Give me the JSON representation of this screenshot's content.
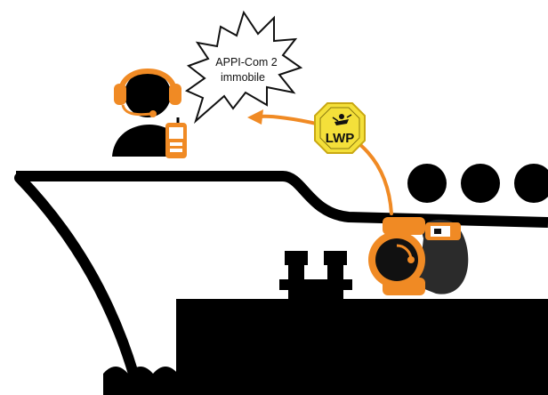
{
  "speech_bubble": {
    "line1": "APPI-Com 2",
    "line2": "immobile"
  },
  "lwp_badge": {
    "label": "LWP",
    "fill_color": "#f4e03a"
  },
  "colors": {
    "accent_orange": "#f08a24",
    "silhouette": "#000000",
    "background": "#ffffff"
  },
  "icons": [
    "operator-headset-icon",
    "radio-device-icon",
    "watch-device-icon",
    "lwp-sign-icon",
    "ship-silhouette",
    "ocean-waves"
  ]
}
